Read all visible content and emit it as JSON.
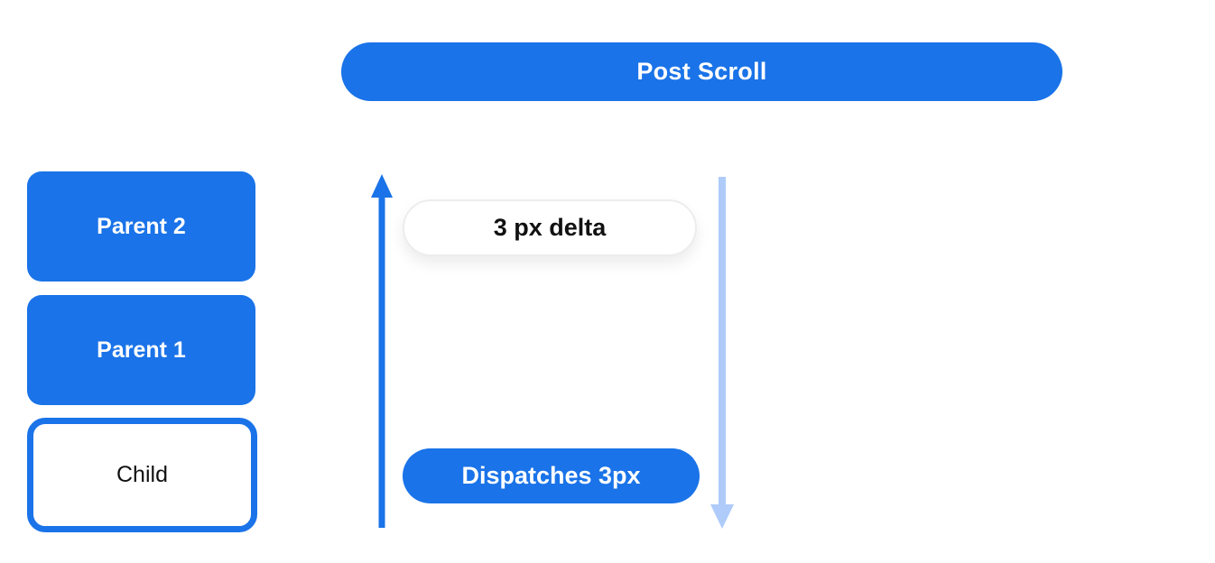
{
  "header": {
    "label": "Post Scroll"
  },
  "nodes": [
    {
      "id": "parent2",
      "label": "Parent 2"
    },
    {
      "id": "parent1",
      "label": "Parent 1"
    },
    {
      "id": "child",
      "label": "Child"
    }
  ],
  "annotations": {
    "delta_label": "3 px delta",
    "dispatch_label": "Dispatches 3px"
  },
  "arrows": [
    {
      "name": "upward-scroll-arrow",
      "direction": "up",
      "color": "#1a73e8"
    },
    {
      "name": "downward-scroll-arrow",
      "direction": "down",
      "color": "#aecbfa"
    }
  ],
  "colors": {
    "primary_blue": "#1a73e8",
    "light_blue": "#aecbfa",
    "background": "#ffffff",
    "text_dark": "#111111",
    "text_light": "#ffffff"
  }
}
